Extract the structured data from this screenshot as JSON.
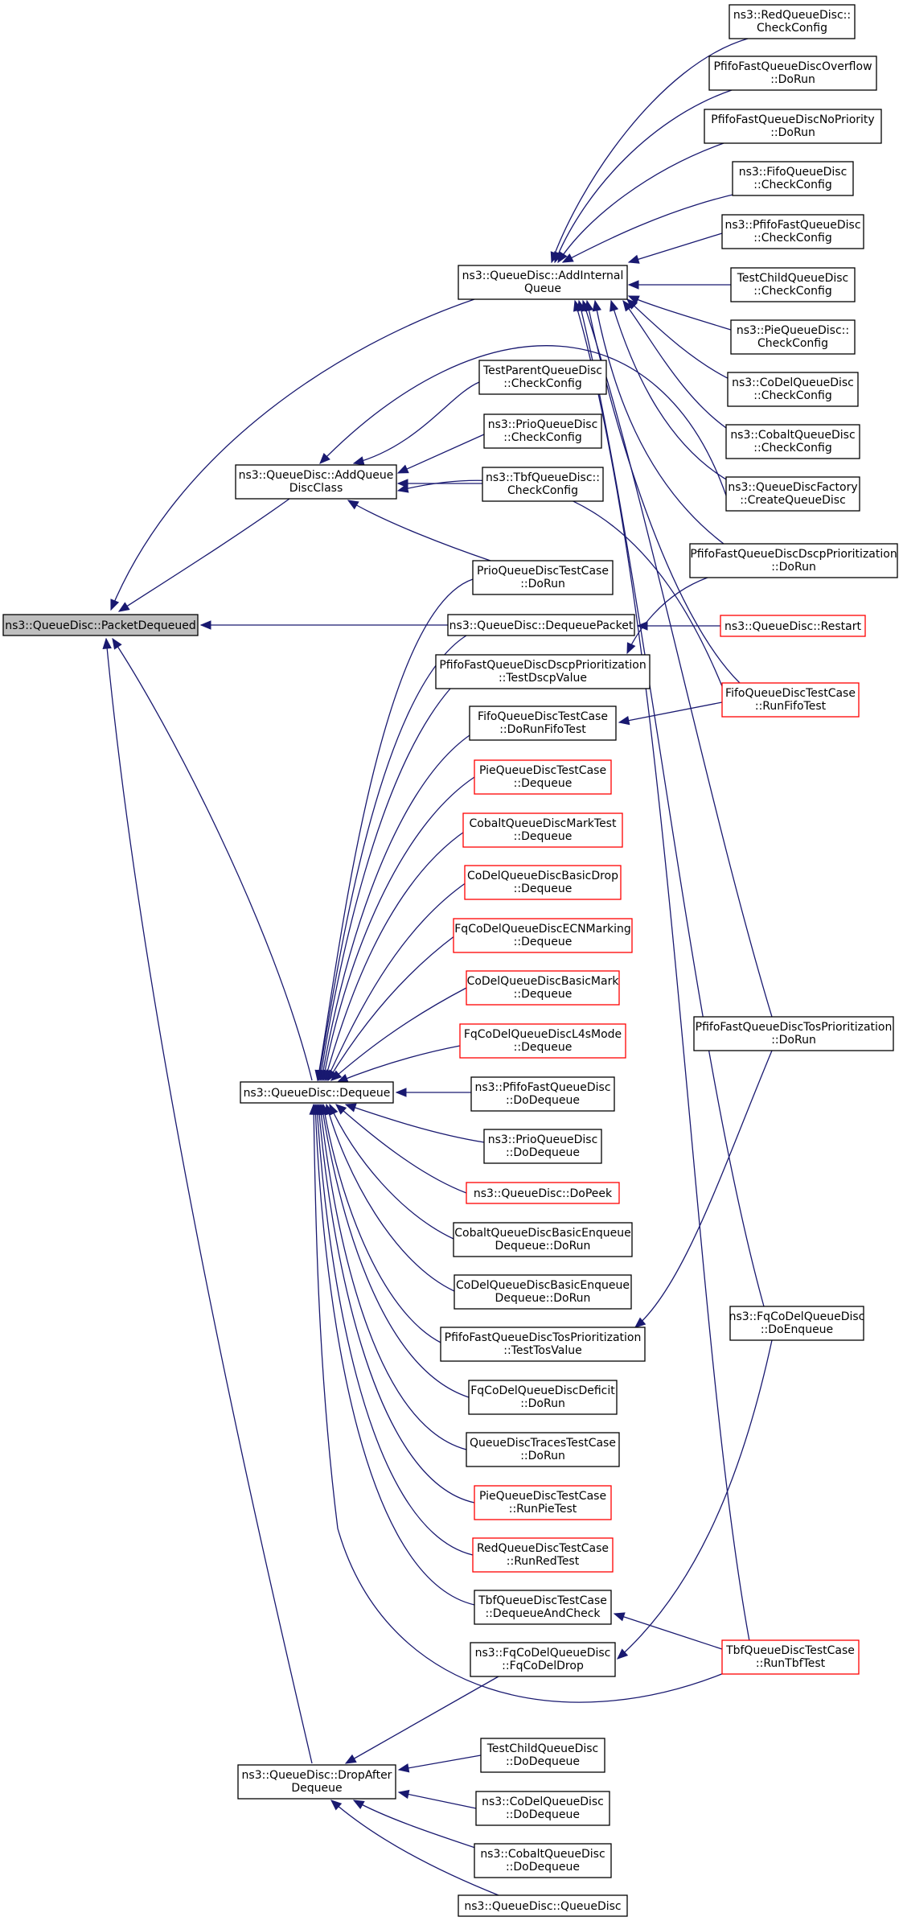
{
  "graph": {
    "title": "",
    "colors": {
      "edge": "#191970",
      "normal_border": "#000000",
      "truncated_border": "#ff0000",
      "root_fill": "#bfbfbf"
    },
    "nodes": [
      {
        "id": "packetdequeued",
        "lines": [
          "ns3::QueueDisc::PacketDequeued"
        ],
        "style": "root"
      },
      {
        "id": "addinternalqueue",
        "lines": [
          "ns3::QueueDisc::AddInternal",
          "Queue"
        ],
        "style": "normal"
      },
      {
        "id": "addqueuedisc",
        "lines": [
          "ns3::QueueDisc::AddQueue",
          "DiscClass"
        ],
        "style": "normal"
      },
      {
        "id": "dequeuepacket",
        "lines": [
          "ns3::QueueDisc::DequeuePacket"
        ],
        "style": "normal"
      },
      {
        "id": "dequeue",
        "lines": [
          "ns3::QueueDisc::Dequeue"
        ],
        "style": "normal"
      },
      {
        "id": "dropafter",
        "lines": [
          "ns3::QueueDisc::DropAfter",
          "Dequeue"
        ],
        "style": "normal"
      },
      {
        "id": "red_check",
        "lines": [
          "ns3::RedQueueDisc::",
          "CheckConfig"
        ],
        "style": "normal"
      },
      {
        "id": "pfifo_overflow",
        "lines": [
          "PfifoFastQueueDiscOverflow",
          "::DoRun"
        ],
        "style": "normal"
      },
      {
        "id": "pfifo_nopriority",
        "lines": [
          "PfifoFastQueueDiscNoPriority",
          "::DoRun"
        ],
        "style": "normal"
      },
      {
        "id": "fifo_check",
        "lines": [
          "ns3::FifoQueueDisc",
          "::CheckConfig"
        ],
        "style": "normal"
      },
      {
        "id": "pfifo_check",
        "lines": [
          "ns3::PfifoFastQueueDisc",
          "::CheckConfig"
        ],
        "style": "normal"
      },
      {
        "id": "testchild_check",
        "lines": [
          "TestChildQueueDisc",
          "::CheckConfig"
        ],
        "style": "normal"
      },
      {
        "id": "pie_check",
        "lines": [
          "ns3::PieQueueDisc::",
          "CheckConfig"
        ],
        "style": "normal"
      },
      {
        "id": "codel_check",
        "lines": [
          "ns3::CoDelQueueDisc",
          "::CheckConfig"
        ],
        "style": "normal"
      },
      {
        "id": "cobalt_check",
        "lines": [
          "ns3::CobaltQueueDisc",
          "::CheckConfig"
        ],
        "style": "normal"
      },
      {
        "id": "factory",
        "lines": [
          "ns3::QueueDiscFactory",
          "::CreateQueueDisc"
        ],
        "style": "normal"
      },
      {
        "id": "pfifo_dscp_run",
        "lines": [
          "PfifoFastQueueDiscDscpPrioritization",
          "::DoRun"
        ],
        "style": "normal"
      },
      {
        "id": "restart",
        "lines": [
          "ns3::QueueDisc::Restart"
        ],
        "style": "red"
      },
      {
        "id": "fifo_runtest",
        "lines": [
          "FifoQueueDiscTestCase",
          "::RunFifoTest"
        ],
        "style": "red"
      },
      {
        "id": "pfifo_tos_run",
        "lines": [
          "PfifoFastQueueDiscTosPrioritization",
          "::DoRun"
        ],
        "style": "normal"
      },
      {
        "id": "fqcodel_enqueue",
        "lines": [
          "ns3::FqCoDelQueueDisc",
          "::DoEnqueue"
        ],
        "style": "normal"
      },
      {
        "id": "tbf_runtest",
        "lines": [
          "TbfQueueDiscTestCase",
          "::RunTbfTest"
        ],
        "style": "red"
      },
      {
        "id": "testparent_check",
        "lines": [
          "TestParentQueueDisc",
          "::CheckConfig"
        ],
        "style": "normal"
      },
      {
        "id": "prio_check",
        "lines": [
          "ns3::PrioQueueDisc",
          "::CheckConfig"
        ],
        "style": "normal"
      },
      {
        "id": "tbf_check",
        "lines": [
          "ns3::TbfQueueDisc::",
          "CheckConfig"
        ],
        "style": "normal"
      },
      {
        "id": "prio_testcase",
        "lines": [
          "PrioQueueDiscTestCase",
          "::DoRun"
        ],
        "style": "normal"
      },
      {
        "id": "pfifo_testdscp",
        "lines": [
          "PfifoFastQueueDiscDscpPrioritization",
          "::TestDscpValue"
        ],
        "style": "normal"
      },
      {
        "id": "fifo_dorunfifo",
        "lines": [
          "FifoQueueDiscTestCase",
          "::DoRunFifoTest"
        ],
        "style": "normal"
      },
      {
        "id": "pie_dequeue",
        "lines": [
          "PieQueueDiscTestCase",
          "::Dequeue"
        ],
        "style": "red"
      },
      {
        "id": "cobalt_mark",
        "lines": [
          "CobaltQueueDiscMarkTest",
          "::Dequeue"
        ],
        "style": "red"
      },
      {
        "id": "codel_drop",
        "lines": [
          "CoDelQueueDiscBasicDrop",
          "::Dequeue"
        ],
        "style": "red"
      },
      {
        "id": "fqcodel_ecn",
        "lines": [
          "FqCoDelQueueDiscECNMarking",
          "::Dequeue"
        ],
        "style": "red"
      },
      {
        "id": "codel_mark",
        "lines": [
          "CoDelQueueDiscBasicMark",
          "::Dequeue"
        ],
        "style": "red"
      },
      {
        "id": "fqcodel_l4s",
        "lines": [
          "FqCoDelQueueDiscL4sMode",
          "::Dequeue"
        ],
        "style": "red"
      },
      {
        "id": "pfifo_dodequeue",
        "lines": [
          "ns3::PfifoFastQueueDisc",
          "::DoDequeue"
        ],
        "style": "normal"
      },
      {
        "id": "prio_dodequeue",
        "lines": [
          "ns3::PrioQueueDisc",
          "::DoDequeue"
        ],
        "style": "normal"
      },
      {
        "id": "dopeek",
        "lines": [
          "ns3::QueueDisc::DoPeek"
        ],
        "style": "red"
      },
      {
        "id": "cobalt_basic",
        "lines": [
          "CobaltQueueDiscBasicEnqueue",
          "Dequeue::DoRun"
        ],
        "style": "normal"
      },
      {
        "id": "codel_basic",
        "lines": [
          "CoDelQueueDiscBasicEnqueue",
          "Dequeue::DoRun"
        ],
        "style": "normal"
      },
      {
        "id": "pfifo_testtos",
        "lines": [
          "PfifoFastQueueDiscTosPrioritization",
          "::TestTosValue"
        ],
        "style": "normal"
      },
      {
        "id": "fqcodel_deficit",
        "lines": [
          "FqCoDelQueueDiscDeficit",
          "::DoRun"
        ],
        "style": "normal"
      },
      {
        "id": "traces",
        "lines": [
          "QueueDiscTracesTestCase",
          "::DoRun"
        ],
        "style": "normal"
      },
      {
        "id": "pie_runtest",
        "lines": [
          "PieQueueDiscTestCase",
          "::RunPieTest"
        ],
        "style": "red"
      },
      {
        "id": "red_runtest",
        "lines": [
          "RedQueueDiscTestCase",
          "::RunRedTest"
        ],
        "style": "red"
      },
      {
        "id": "tbf_dequeueandcheck",
        "lines": [
          "TbfQueueDiscTestCase",
          "::DequeueAndCheck"
        ],
        "style": "normal"
      },
      {
        "id": "fqcodel_drop",
        "lines": [
          "ns3::FqCoDelQueueDisc",
          "::FqCoDelDrop"
        ],
        "style": "normal"
      },
      {
        "id": "testchild_dodequeue",
        "lines": [
          "TestChildQueueDisc",
          "::DoDequeue"
        ],
        "style": "normal"
      },
      {
        "id": "codel_dodequeue",
        "lines": [
          "ns3::CoDelQueueDisc",
          "::DoDequeue"
        ],
        "style": "normal"
      },
      {
        "id": "cobalt_dodequeue",
        "lines": [
          "ns3::CobaltQueueDisc",
          "::DoDequeue"
        ],
        "style": "normal"
      },
      {
        "id": "queuedisc_ctor",
        "lines": [
          "ns3::QueueDisc::QueueDisc"
        ],
        "style": "normal"
      }
    ]
  }
}
